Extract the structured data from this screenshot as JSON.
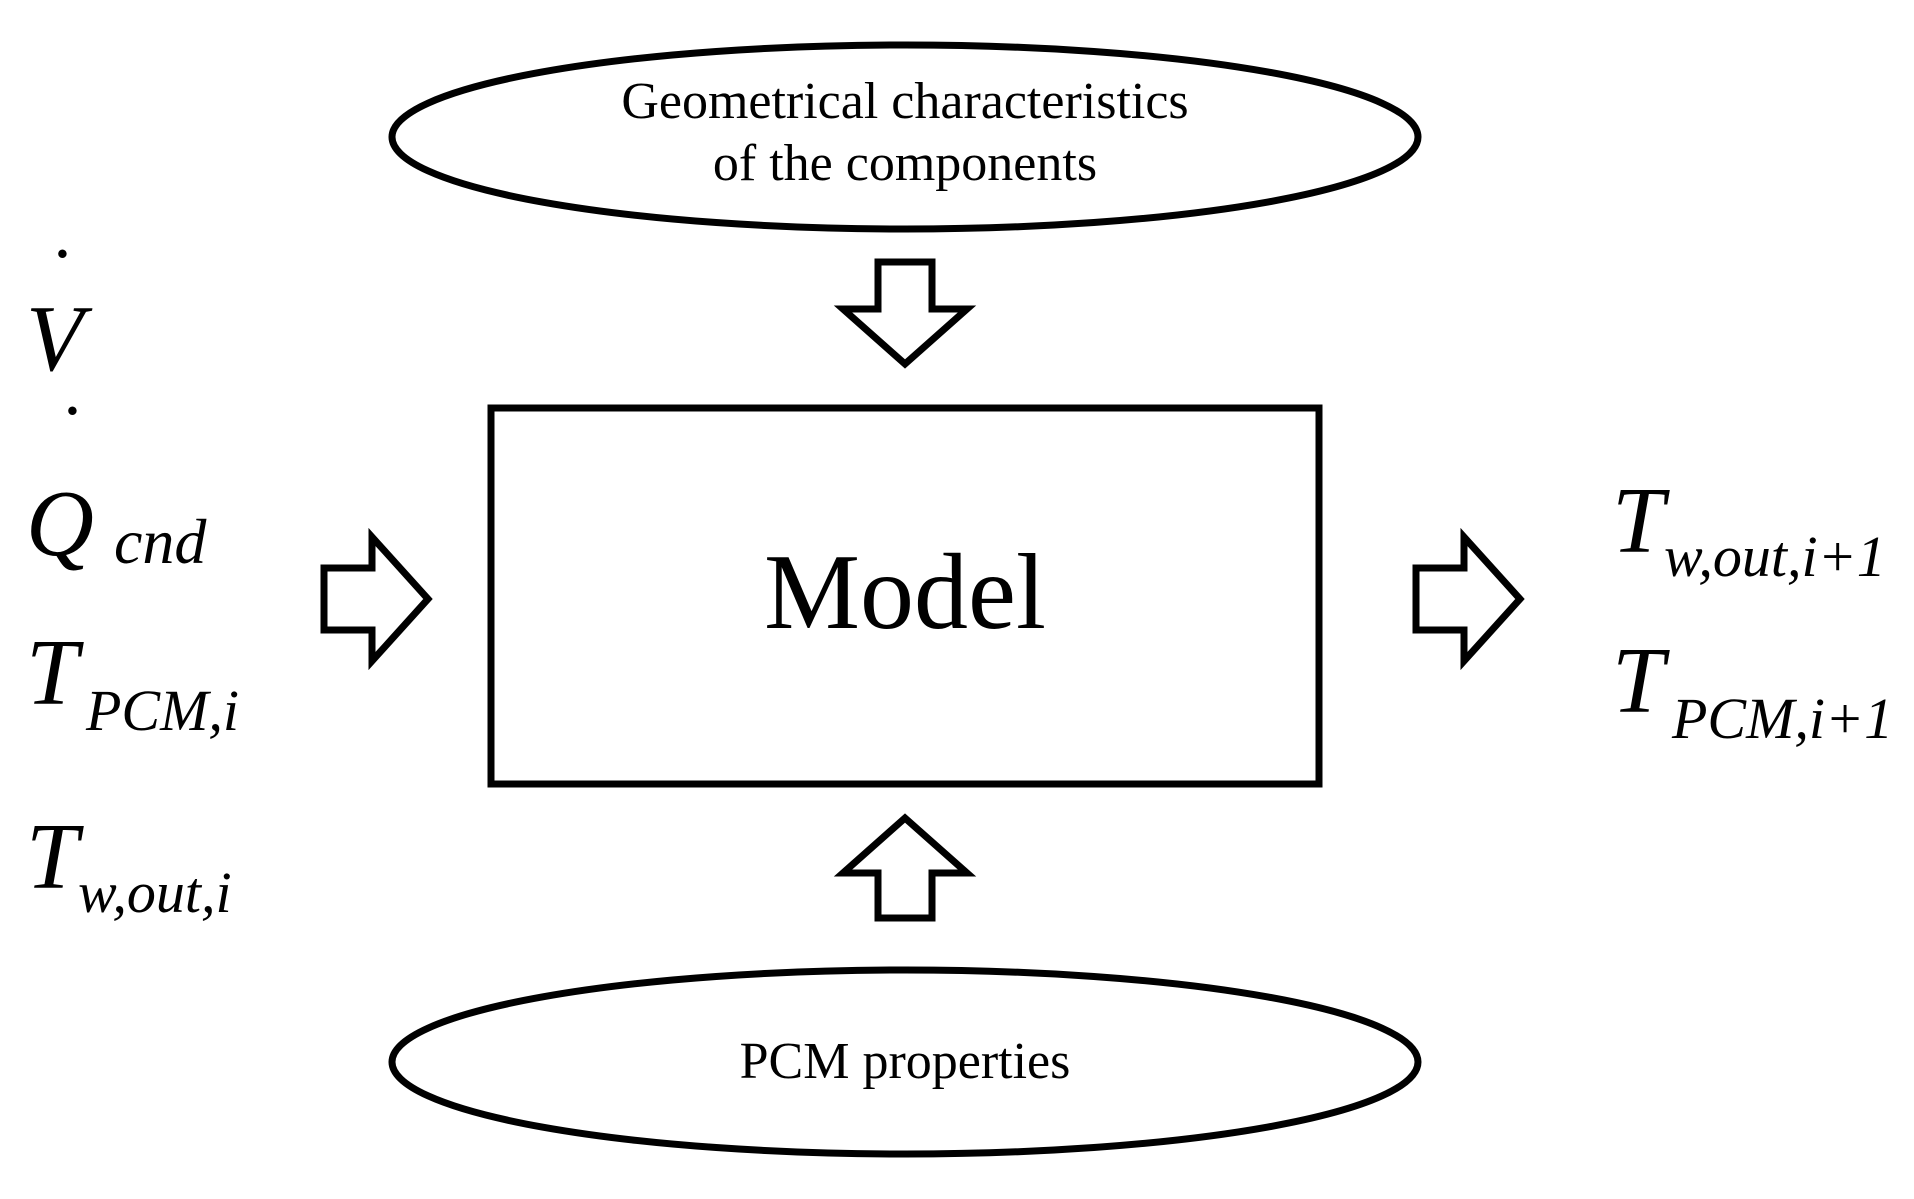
{
  "geometry_node": {
    "line1": "Geometrical characteristics",
    "line2": "of the components"
  },
  "model_node": {
    "label": "Model"
  },
  "pcm_node": {
    "label": "PCM properties"
  },
  "inputs": [
    {
      "symbol": "V",
      "dot": "˙",
      "subscript": ""
    },
    {
      "symbol": "Q",
      "dot": "˙",
      "subscript": "cnd"
    },
    {
      "symbol": "T",
      "dot": "",
      "subscript": "PCM,i"
    },
    {
      "symbol": "T",
      "dot": "",
      "subscript": "w,out,i"
    }
  ],
  "outputs": [
    {
      "symbol": "T",
      "subscript": "w,out,i+1"
    },
    {
      "symbol": "T",
      "subscript": "PCM,i+1"
    }
  ]
}
